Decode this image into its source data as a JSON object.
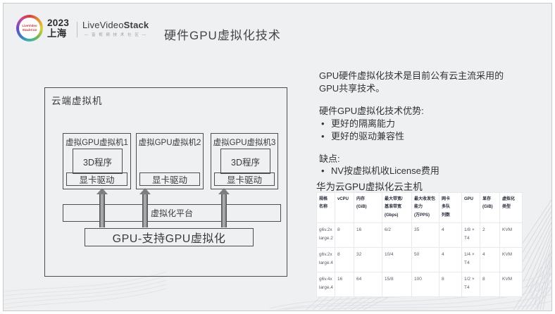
{
  "slide": {
    "title": "硬件GPU虚拟化技术"
  },
  "logo": {
    "emblem_line1": "LiveVideo",
    "emblem_line2": "StackCon",
    "year": "2023",
    "city": "上海",
    "brand_regular": "LiveVideo",
    "brand_bold": "Stack",
    "tagline": "— 音 视 频 技 术 社 区 —"
  },
  "diagram": {
    "container_label": "云端虚拟机",
    "vms": [
      {
        "label": "虚拟GPU虚拟机1",
        "app": "3D程序",
        "driver": "显卡驱动"
      },
      {
        "label": "虚拟GPU虚拟机2",
        "driver": "显卡驱动"
      },
      {
        "label": "虚拟GPU虚拟机3",
        "app": "3D程序",
        "driver": "显卡驱动"
      }
    ],
    "platform_label": "虚拟化平台",
    "gpu_label": "GPU-支持GPU虚拟化"
  },
  "notes": {
    "bullet": "•",
    "intro": "GPU硬件虚拟化技术是目前公有云主流采用的\nGPU共享技术。",
    "pros_title": "硬件GPU虚拟化技术优势:",
    "pros": [
      "更好的隔离能力",
      "更好的驱动兼容性"
    ],
    "cons_title": "缺点:",
    "cons": [
      "NV按虚拟机收License费用"
    ]
  },
  "table": {
    "title": "华为云GPU虚拟化云主机",
    "headers": [
      "规格\n名称",
      "vCPU",
      "内存\n(GiB)",
      "最大带宽/\n基准带宽\n(Gbps)",
      "最大收发包\n能力\n(万PPS)",
      "网卡\n多队\n列数",
      "GPU",
      "显存\n(GiB)",
      "虚拟化\n类型"
    ],
    "rows": [
      [
        "g6v.2xlarge.2",
        "8",
        "16",
        "6/2",
        "35",
        "4",
        "1/8 × T4",
        "2",
        "KVM"
      ],
      [
        "g6v.2xlarge.4",
        "8",
        "32",
        "10/4",
        "50",
        "4",
        "1/4 × T4",
        "4",
        "KVM"
      ],
      [
        "g6v.4xlarge.4",
        "16",
        "64",
        "15/8",
        "100",
        "8",
        "1/2 × T4",
        "8",
        "KVM"
      ]
    ]
  },
  "colors": {
    "slide_bg": "#eff0f2",
    "diagram_border": "#4d4d4d",
    "arrow_gray": "#8f8f8f",
    "table_header_text": "#252b3a",
    "table_body_text": "#575d6c",
    "table_border": "#e7e9ec",
    "logo_red": "#c23b34"
  }
}
